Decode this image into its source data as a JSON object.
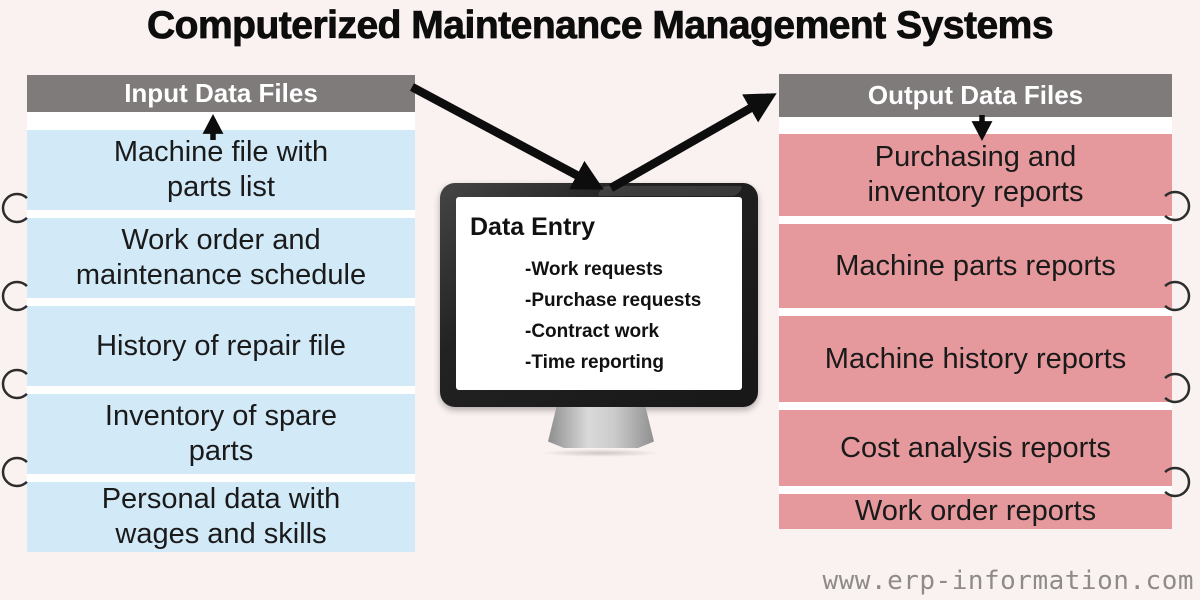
{
  "title": "Computerized Maintenance Management Systems",
  "input_column": {
    "header": "Input Data Files",
    "items": [
      "Machine file with\nparts list",
      "Work order and\nmaintenance schedule",
      "History of repair file",
      "Inventory of spare\nparts",
      "Personal data with\nwages and skills"
    ]
  },
  "monitor": {
    "heading": "Data Entry",
    "items": [
      "-Work requests",
      "-Purchase requests",
      "-Contract work",
      "-Time reporting"
    ]
  },
  "output_column": {
    "header": "Output Data Files",
    "items": [
      "Purchasing and\ninventory reports",
      "Machine parts reports",
      "Machine history reports",
      "Cost analysis reports",
      "Work order reports"
    ]
  },
  "watermark": "www.erp-information.com",
  "colors": {
    "background": "#faf2f0",
    "header_bg": "#807b7b",
    "header_text": "#ffffff",
    "input_box": "#d2e9f7",
    "output_box": "#e5999d",
    "arrow": "#0d0d0d",
    "ring": "#2d2d2d",
    "watermark": "#8f8b8b"
  }
}
